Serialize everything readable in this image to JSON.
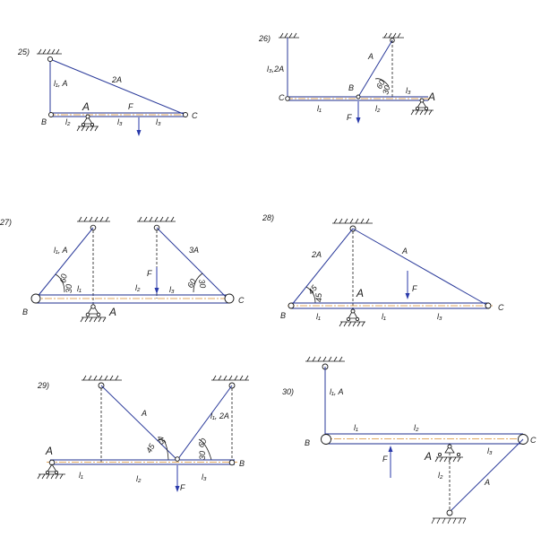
{
  "problems": [
    {
      "id": "25",
      "number_label": "25)",
      "labels": {
        "rod_left": "l₁, A",
        "rod_diag": "2A",
        "point_b": "B",
        "point_a": "A",
        "point_c": "C",
        "force": "F",
        "len_1": "l₂",
        "len_2": "l₃",
        "len_3": "l₃"
      }
    },
    {
      "id": "26",
      "number_label": "26)",
      "labels": {
        "rod_left": "l₃,2A",
        "rod_diag": "A",
        "point_c": "C",
        "point_b": "B",
        "point_a": "A",
        "force": "F",
        "angle_1": "60",
        "angle_2": "30",
        "len_1": "l₁",
        "len_2": "l₂",
        "len_3": "l₃"
      }
    },
    {
      "id": "27",
      "number_label": "27)",
      "labels": {
        "rod_left": "l₁, A",
        "rod_right": "3A",
        "point_b": "B",
        "point_a": "A",
        "point_c": "C",
        "force": "F",
        "angle_1": "60",
        "angle_2": "30",
        "angle_3": "60",
        "angle_4": "30",
        "len_1": "l₁",
        "len_2": "l₂",
        "len_3": "l₃"
      }
    },
    {
      "id": "28",
      "number_label": "28)",
      "labels": {
        "rod_left": "2A",
        "rod_right": "A",
        "point_b": "B",
        "point_a": "A",
        "point_c": "C",
        "force": "F",
        "angle_1": "45",
        "angle_2": "45",
        "len_1": "l₁",
        "len_2": "l₁",
        "len_3": "l₃"
      }
    },
    {
      "id": "29",
      "number_label": "29)",
      "labels": {
        "rod_left": "A",
        "rod_right": "l₁, 2A",
        "point_a": "A",
        "point_b": "B",
        "force": "F",
        "angle_1": "45",
        "angle_2": "45",
        "angle_3": "60",
        "angle_4": "30",
        "len_1": "l₁",
        "len_2": "l₂",
        "len_3": "l₃"
      }
    },
    {
      "id": "30",
      "number_label": "30)",
      "labels": {
        "rod_top": "l₁, A",
        "rod_bottom": "A",
        "point_b": "B",
        "point_a": "A",
        "point_c": "C",
        "force": "F",
        "len_1": "l₁",
        "len_2": "l₂",
        "len_3": "l₃",
        "len_4": "l₂"
      }
    }
  ]
}
